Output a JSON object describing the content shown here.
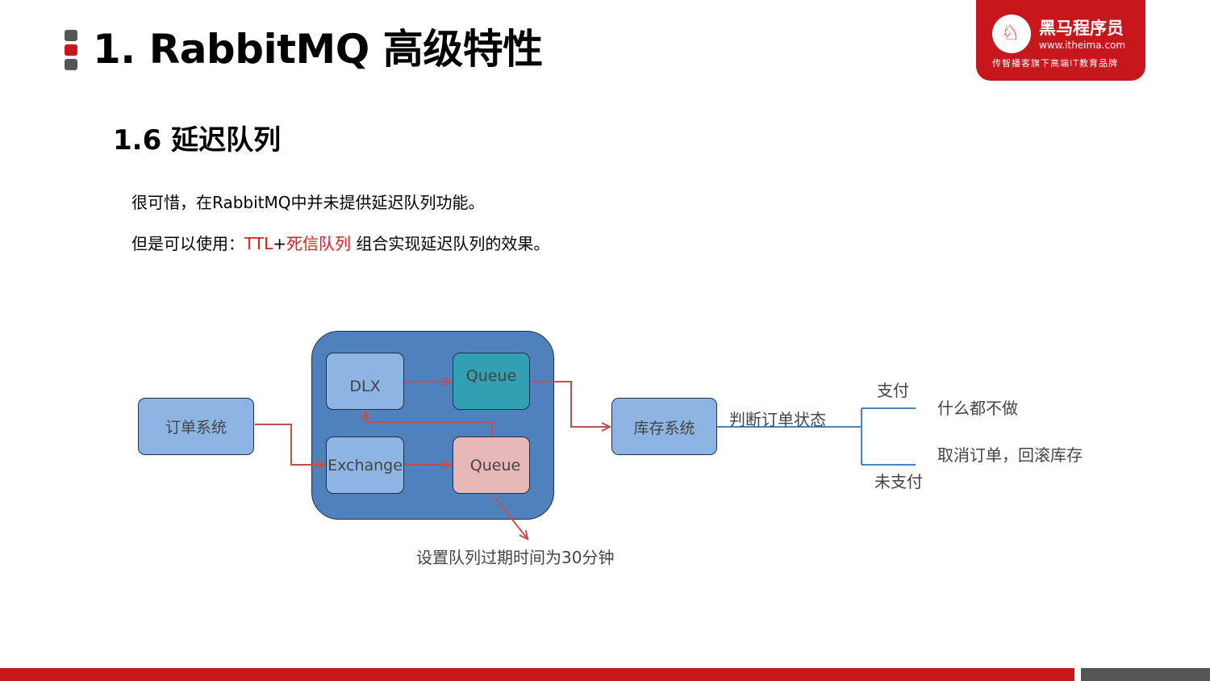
{
  "header": {
    "title": "1. RabbitMQ 高级特性",
    "bar_colors": [
      "#555555",
      "#c8161d",
      "#555555"
    ]
  },
  "logo": {
    "glyph": "♘",
    "name": "黑马程序员",
    "url": "www.itheima.com",
    "slogan": "传智播客旗下高端IT教育品牌",
    "color": "#c8161d"
  },
  "section": {
    "title": "1.6 延迟队列"
  },
  "body": {
    "line1": "很可惜，在RabbitMQ中并未提供延迟队列功能。",
    "line2_prefix": "但是可以使用：",
    "line2_ttl": "TTL",
    "line2_plus": "+",
    "line2_dlx": "死信队列",
    "line2_suffix": " 组合实现延迟队列的效果。"
  },
  "diagram": {
    "order_system": "订单系统",
    "dlx": "DLX",
    "queue_top": "Queue",
    "exchange": "Exchange",
    "queue_bottom": "Queue",
    "inventory_system": "库存系统",
    "check_status": "判断订单状态",
    "paid": "支付",
    "do_nothing": "什么都不做",
    "unpaid": "未支付",
    "cancel_rollback": "取消订单，回滚库存",
    "ttl_note": "设置队列过期时间为30分钟",
    "colors": {
      "container": "#4f81bd",
      "light_box": "#8eb4e3",
      "teal_queue": "#31a0b2",
      "pink_queue": "#e6b9b8",
      "arrow": "#c0504d",
      "branch_line": "#4f81bd"
    }
  }
}
